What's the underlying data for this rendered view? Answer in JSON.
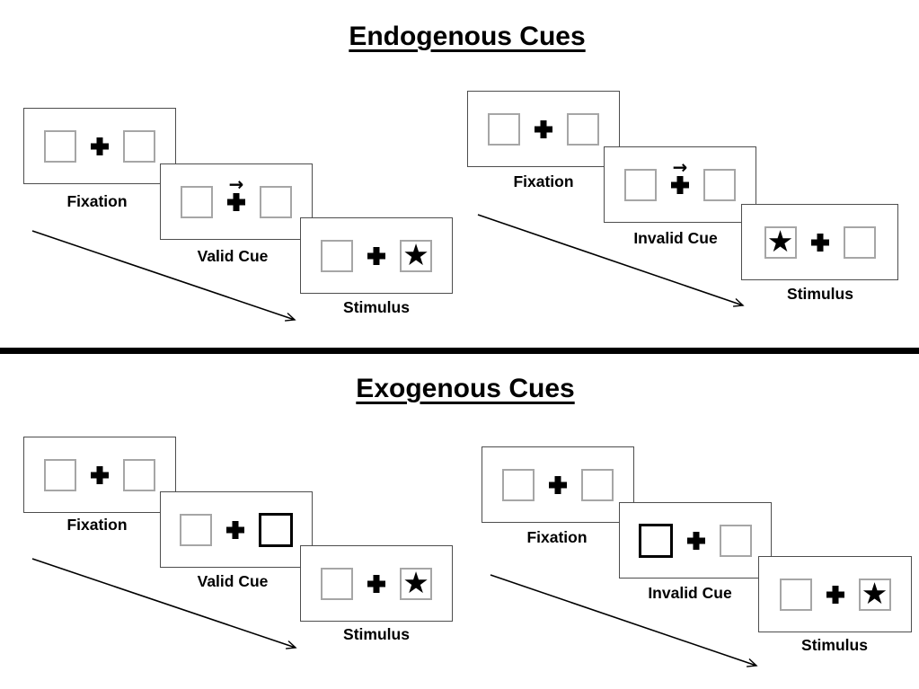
{
  "icons": {
    "star": "★",
    "cue_arrow": "→",
    "fixation_cross": "+"
  },
  "colors": {
    "ink": "#000000",
    "panel_border": "#4d4d4d",
    "square_border": "#a6a6a6",
    "cue_highlight_border": "#000000",
    "divider": "#000000"
  },
  "sections": [
    {
      "id": "endogenous",
      "title": "Endogenous Cues",
      "trials": [
        {
          "id": "valid",
          "cue_type": "central-arrow",
          "cue_direction": "right",
          "stimulus_side": "right",
          "panels": [
            {
              "label": "Fixation"
            },
            {
              "label": "Valid Cue"
            },
            {
              "label": "Stimulus"
            }
          ]
        },
        {
          "id": "invalid",
          "cue_type": "central-arrow",
          "cue_direction": "right",
          "stimulus_side": "left",
          "panels": [
            {
              "label": "Fixation"
            },
            {
              "label": "Invalid Cue"
            },
            {
              "label": "Stimulus"
            }
          ]
        }
      ]
    },
    {
      "id": "exogenous",
      "title": "Exogenous Cues",
      "trials": [
        {
          "id": "valid",
          "cue_type": "peripheral-box-highlight",
          "cue_side": "right",
          "stimulus_side": "right",
          "panels": [
            {
              "label": "Fixation"
            },
            {
              "label": "Valid Cue"
            },
            {
              "label": "Stimulus"
            }
          ]
        },
        {
          "id": "invalid",
          "cue_type": "peripheral-box-highlight",
          "cue_side": "left",
          "stimulus_side": "right",
          "panels": [
            {
              "label": "Fixation"
            },
            {
              "label": "Invalid Cue"
            },
            {
              "label": "Stimulus"
            }
          ]
        }
      ]
    }
  ]
}
